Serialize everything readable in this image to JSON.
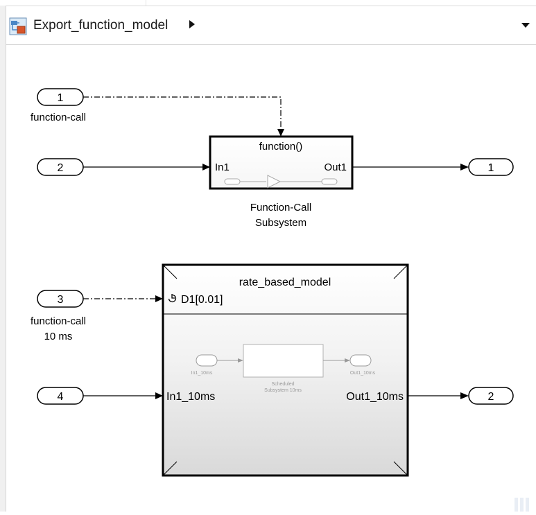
{
  "breadcrumb": {
    "model_name": "Export_function_model"
  },
  "icons": {
    "model": "model-icon",
    "breadcrumb_arrow": "chevron-right-icon",
    "dropdown": "chevron-down-icon"
  },
  "inports": [
    {
      "number": "1",
      "label": "function-call"
    },
    {
      "number": "2",
      "label": ""
    },
    {
      "number": "3",
      "label_line1": "function-call",
      "label_line2": "10 ms"
    },
    {
      "number": "4",
      "label": ""
    }
  ],
  "outports": [
    {
      "number": "1"
    },
    {
      "number": "2"
    }
  ],
  "fc_subsystem": {
    "trigger_label": "function()",
    "in_port": "In1",
    "out_port": "Out1",
    "name_line1": "Function-Call",
    "name_line2": "Subsystem"
  },
  "model_ref": {
    "title": "rate_based_model",
    "clock_port": "D1[0.01]",
    "in_port": "In1_10ms",
    "out_port": "Out1_10ms",
    "thumb_in": "In1_10ms",
    "thumb_out": "Out1_10ms",
    "thumb_sub_line1": "Scheduled",
    "thumb_sub_line2": "Subsystem 10ms"
  },
  "colors": {
    "line": "#000000",
    "block_border": "#000000",
    "canvas": "#ffffff"
  }
}
